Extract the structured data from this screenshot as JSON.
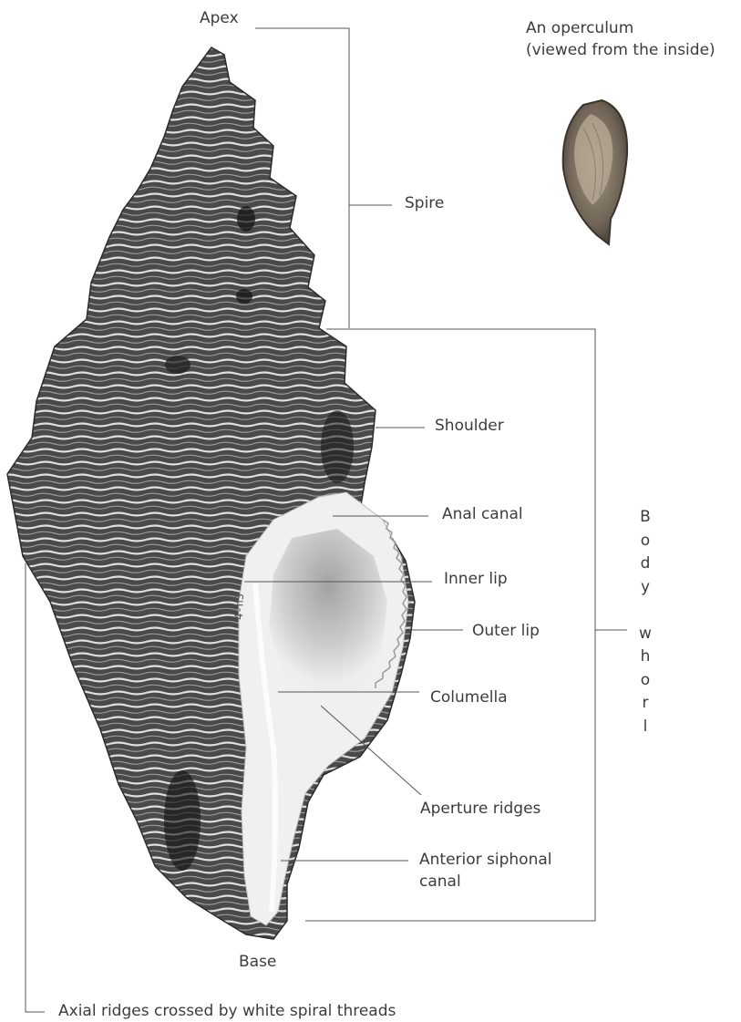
{
  "labels": {
    "apex": "Apex",
    "spire": "Spire",
    "operculum_line1": "An operculum",
    "operculum_line2": "(viewed from the inside)",
    "shoulder": "Shoulder",
    "anal_canal": "Anal canal",
    "inner_lip": "Inner lip",
    "outer_lip": "Outer lip",
    "columella": "Columella",
    "aperture_ridges": "Aperture ridges",
    "anterior_siphonal_line1": "Anterior siphonal",
    "anterior_siphonal_line2": "canal",
    "base": "Base",
    "axial_ridges": "Axial ridges crossed by white spiral threads",
    "body_whorl_letters": [
      "B",
      "o",
      "d",
      "y",
      "",
      "w",
      "h",
      "o",
      "r",
      "l"
    ]
  },
  "colors": {
    "line": "#555555",
    "shell_dark": "#3a3a3a",
    "shell_light": "#e8e8e8",
    "aperture": "#cfcfcf"
  }
}
